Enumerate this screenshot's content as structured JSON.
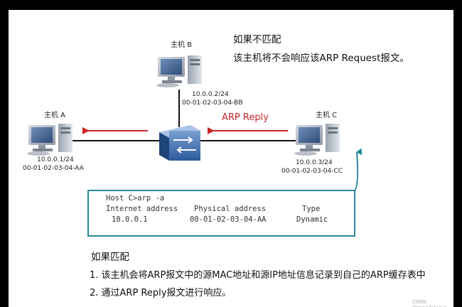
{
  "top_note": {
    "title": "如果不匹配",
    "line": "该主机将不会响应该ARP Request报文。"
  },
  "hosts": {
    "a": {
      "name": "主机 A",
      "ip": "10.0.0.1/24",
      "mac": "00-01-02-03-04-AA"
    },
    "b": {
      "name": "主机 B",
      "ip": "10.0.0.2/24",
      "mac": "00-01-02-03-04-BB"
    },
    "c": {
      "name": "主机 C",
      "ip": "10.0.0.3/24",
      "mac": "00-01-02-03-04-CC"
    }
  },
  "arp_reply_label": "ARP Reply",
  "arp_table": {
    "command": "Host C>arp -a",
    "headers": [
      "Internet address",
      "Physical address",
      "Type"
    ],
    "row": [
      "10.0.0.1",
      "00-01-02-03-04-AA",
      "Dynamic"
    ]
  },
  "bottom_note": {
    "title": "如果匹配",
    "items": [
      "1.  该主机会将ARP报文中的源MAC地址和源IP地址信息记录到自己的ARP缓存表中",
      "2.  通过ARP Reply报文进行响应。"
    ]
  },
  "watermark": "CSDN @moodstarve",
  "colors": {
    "arrow": "#c8262a",
    "table_border": "#2a8a9a",
    "link": "#111111"
  }
}
